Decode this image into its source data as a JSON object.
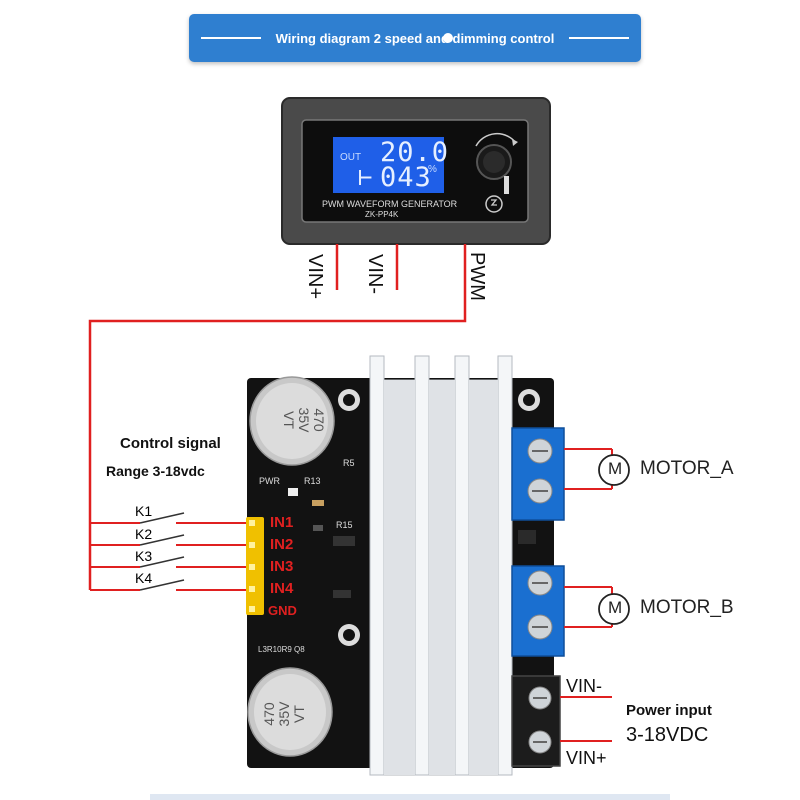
{
  "banner": {
    "title": "Wiring diagram 2 speed and dimming control"
  },
  "generator": {
    "lcd_out": "OUT",
    "lcd_freq": "20.0",
    "lcd_duty": "043",
    "lcd_duty_prefix": "⊢",
    "lcd_unit": "%",
    "name": "PWM WAVEFORM GENERATOR",
    "model": "ZK-PP4K"
  },
  "wires": {
    "vin_plus": "VIN+",
    "vin_minus": "VIN-",
    "pwm": "PWM"
  },
  "control": {
    "title": "Control signal",
    "range": "Range 3-18vdc"
  },
  "switches": [
    "K1",
    "K2",
    "K3",
    "K4"
  ],
  "pins": [
    "IN1",
    "IN2",
    "IN3",
    "IN4",
    "GND"
  ],
  "board": {
    "cap_top": [
      "470",
      "35V",
      "VT"
    ],
    "cap_bottom": [
      "470",
      "35V",
      "VT"
    ],
    "pwr": "PWR",
    "r13": "R13",
    "r5": "R5",
    "r15": "R15",
    "bottom_labels": "L3R10R9 Q8"
  },
  "motors": {
    "a_symbol": "M",
    "a_label": "MOTOR_A",
    "b_symbol": "M",
    "b_label": "MOTOR_B"
  },
  "power": {
    "vin_minus": "VIN-",
    "vin_plus": "VIN+",
    "title": "Power input",
    "range": "3-18VDC"
  },
  "colors": {
    "banner": "#2f7fd0",
    "wire": "#e02020",
    "pcb": "#111111",
    "terminal": "#1a6fd0",
    "lcd": "#1f5fe8",
    "pin_label": "#e02020"
  }
}
